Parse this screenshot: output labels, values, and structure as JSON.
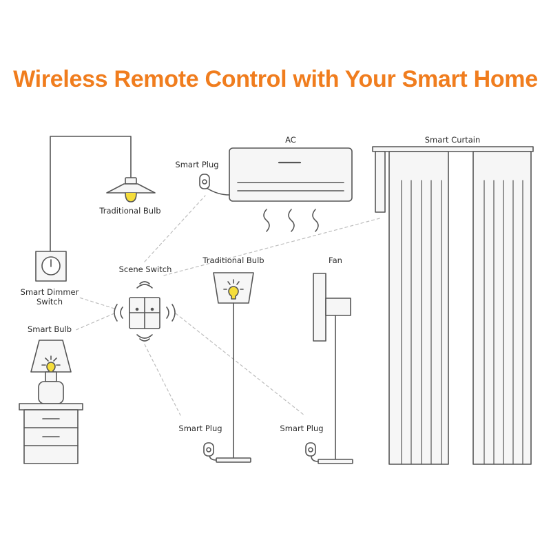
{
  "title": "Wireless Remote Control with Your Smart Home",
  "labels": {
    "ac": "AC",
    "smart_curtain": "Smart Curtain",
    "smart_plug_ac": "Smart Plug",
    "traditional_bulb_ceiling": "Traditional Bulb",
    "scene_switch": "Scene Switch",
    "traditional_bulb_floor": "Traditional Bulb",
    "fan": "Fan",
    "smart_dimmer_switch_line1": "Smart Dimmer",
    "smart_dimmer_switch_line2": "Switch",
    "smart_bulb": "Smart Bulb",
    "smart_plug_lamp": "Smart Plug",
    "smart_plug_fan": "Smart Plug"
  },
  "colors": {
    "title": "#f07d1e",
    "line": "#555555",
    "bulb": "#f5dd3b",
    "fill": "#f6f6f6"
  },
  "icons": [
    "wireless-signal-icon",
    "light-bulb-icon",
    "power-plug-icon"
  ]
}
